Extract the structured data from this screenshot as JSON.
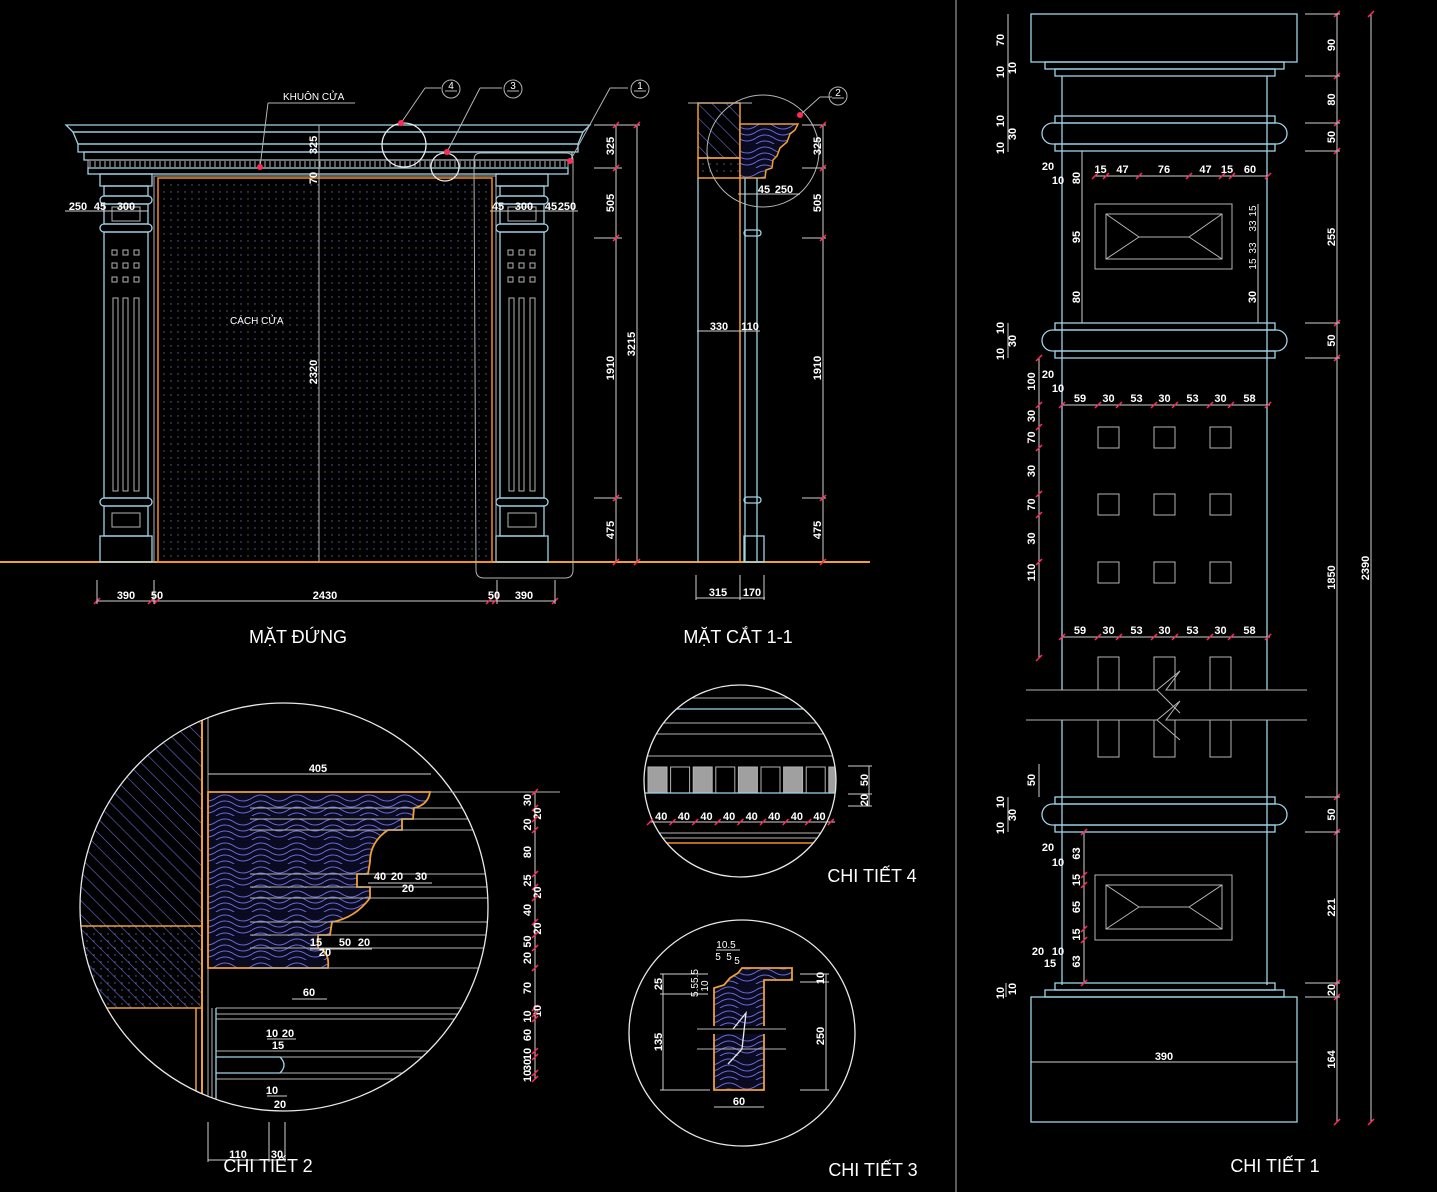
{
  "colors": {
    "background": "#000000",
    "line": "#e8e8e8",
    "cyan": "#9fd3e8",
    "orange": "#f0a030",
    "tick": "#ff2a5a",
    "hatch": "#6a6ad8"
  },
  "views": {
    "elevation": {
      "title": "MẶT ĐỨNG",
      "label_frame": "KHUÔN CỬA",
      "label_door": "CÁCH CỬA",
      "callouts": [
        "4",
        "3",
        "1"
      ],
      "dims_bottom": [
        "390",
        "50",
        "2430",
        "50",
        "390"
      ],
      "dims_left_top": [
        "250",
        "45",
        "300"
      ],
      "dims_right_top": [
        "45",
        "300",
        "45",
        "250"
      ],
      "dim_cornice": "325",
      "dim_gap": "70",
      "dim_door_height": "2320",
      "dims_right_vertical": [
        "325",
        "505",
        "1910",
        "475"
      ],
      "dim_total": "3215"
    },
    "section": {
      "title": "MẶT CẮT 1-1",
      "callout": "2",
      "dims_top": [
        "45",
        "250"
      ],
      "dims_mid": [
        "330",
        "110"
      ],
      "dims_bottom": [
        "315",
        "170"
      ],
      "dims_right_vertical": [
        "325",
        "505",
        "1910",
        "475"
      ]
    },
    "detail1": {
      "title": "CHI TIẾT 1",
      "left_top": [
        "70",
        "10",
        "10",
        "10",
        "30",
        "10"
      ],
      "cap_widths": [
        "20",
        "10"
      ],
      "panel_widths": [
        "15",
        "47",
        "76",
        "47",
        "15",
        "60"
      ],
      "panel_left": [
        "80",
        "95",
        "80"
      ],
      "panel_right": [
        "15",
        "33",
        "33",
        "15",
        "30"
      ],
      "mid_left": [
        "10",
        "30",
        "10"
      ],
      "mid_widths": [
        "20",
        "10"
      ],
      "grid_left": [
        "100",
        "30",
        "70",
        "30",
        "70",
        "30",
        "110"
      ],
      "grid_widths": [
        "59",
        "30",
        "53",
        "30",
        "53",
        "30",
        "58"
      ],
      "lower_left": [
        "50",
        "10",
        "30",
        "10"
      ],
      "lower_widths": [
        "20",
        "10"
      ],
      "lower_panel": [
        "63",
        "15",
        "65",
        "15",
        "63"
      ],
      "base_widths": [
        "20",
        "10",
        "15"
      ],
      "base_left": [
        "10",
        "10"
      ],
      "base_width": "390",
      "right_vertical": [
        "90",
        "80",
        "50",
        "255",
        "50",
        "1850",
        "50",
        "221",
        "20",
        "164"
      ],
      "total": "2390"
    },
    "detail2": {
      "title": "CHI TIẾT 2",
      "width_top": "405",
      "right_vertical": [
        "30",
        "20",
        "20",
        "80",
        "25",
        "20",
        "40",
        "20",
        "50",
        "20",
        "70",
        "10",
        "10",
        "60",
        "10",
        "30",
        "10"
      ],
      "step_dims1": [
        "40",
        "20",
        "30",
        "20"
      ],
      "step_dims2": [
        "15",
        "50",
        "20",
        "20"
      ],
      "dim_60": "60",
      "dims_lower1": [
        "10",
        "20",
        "15"
      ],
      "dims_lower2": [
        "10",
        "20"
      ],
      "dims_bottom": [
        "110",
        "30"
      ]
    },
    "detail3": {
      "title": "CHI TIẾT 3",
      "dims_top": [
        "10.5",
        "5",
        "5",
        "5"
      ],
      "dims_left": [
        "25",
        "5.5",
        "5.5",
        "10",
        "135"
      ],
      "dims_right": [
        "10",
        "250"
      ],
      "dim_bottom": "60"
    },
    "detail4": {
      "title": "CHI TIẾT 4",
      "dims_bottom": [
        "40",
        "40",
        "40",
        "40",
        "40",
        "40",
        "40",
        "40"
      ],
      "dims_right": [
        "50",
        "20"
      ]
    }
  }
}
